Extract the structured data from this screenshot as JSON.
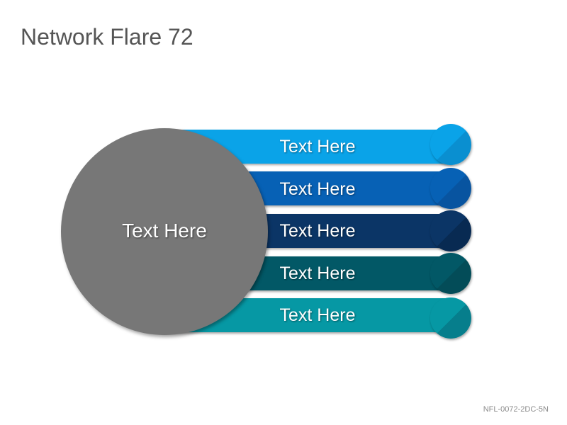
{
  "title": "Network Flare 72",
  "center": {
    "label": "Text Here",
    "color": "#777777"
  },
  "items": [
    {
      "label": "Text Here",
      "color": "#0aa3e8",
      "color_dark": "#0a8fd0"
    },
    {
      "label": "Text Here",
      "color": "#0761b5",
      "color_dark": "#0854a0"
    },
    {
      "label": "Text Here",
      "color": "#0b3566",
      "color_dark": "#082a52"
    },
    {
      "label": "Text Here",
      "color": "#025866",
      "color_dark": "#034c58"
    },
    {
      "label": "Text Here",
      "color": "#0698a4",
      "color_dark": "#067e8c"
    }
  ],
  "code": "NFL-0072-2DC-5N"
}
